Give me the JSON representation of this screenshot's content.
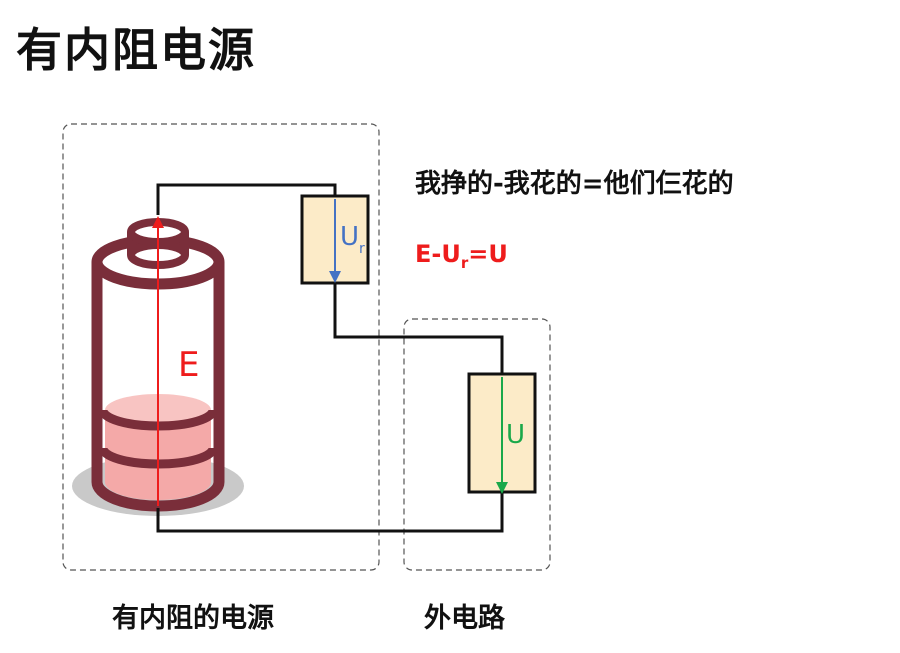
{
  "title": "有内阻电源",
  "analogy_text": "我挣的-我花的=他们仨花的",
  "formula": {
    "part1": "E-U",
    "sub": "r",
    "part2": "=U"
  },
  "labels": {
    "emf": "E",
    "internal_voltage": "U",
    "internal_voltage_sub": "r",
    "external_voltage": "U"
  },
  "captions": {
    "source": "有内阻的电源",
    "external": "外电路"
  },
  "colors": {
    "emf": "#ee1c1c",
    "internal": "#4472c4",
    "external": "#1aa84a",
    "battery": "#7a2e3a",
    "fill": "#f4a9a8",
    "resistor": "#fcebc8"
  }
}
